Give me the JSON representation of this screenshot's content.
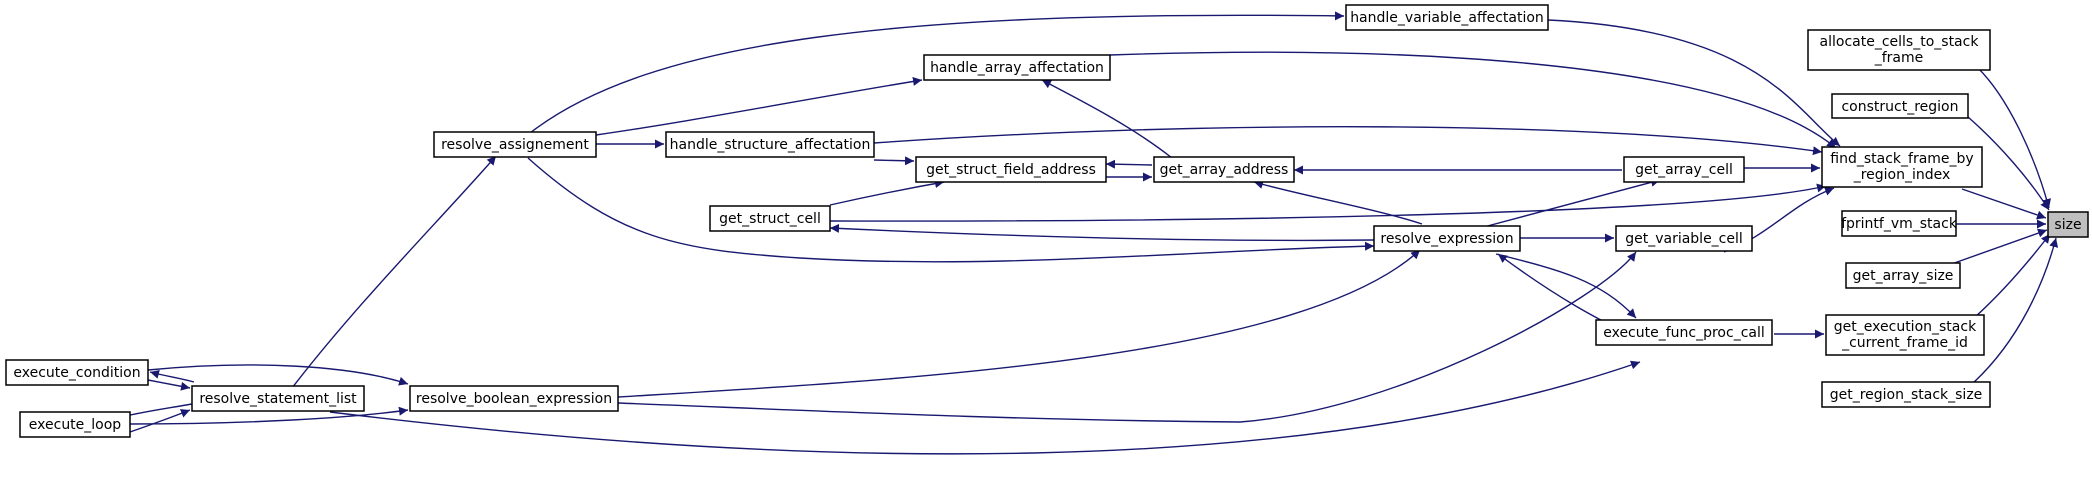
{
  "graph": {
    "focus_function": "size",
    "edge_color": "#191970",
    "node_fill": "#ffffff",
    "focus_fill": "#bfbfbf",
    "nodes": {
      "size": "size",
      "allocate_cells": [
        "allocate_cells_to_stack",
        "_frame"
      ],
      "construct_region": "construct_region",
      "find_stack_frame": [
        "find_stack_frame_by",
        "_region_index"
      ],
      "fprintf_vm_stack": "fprintf_vm_stack",
      "get_array_size": "get_array_size",
      "get_execution_stack": [
        "get_execution_stack",
        "_current_frame_id"
      ],
      "get_region_stack_size": "get_region_stack_size",
      "handle_variable_affectation": "handle_variable_affectation",
      "handle_array_affectation": "handle_array_affectation",
      "resolve_assignement": "resolve_assignement",
      "handle_structure_affectation": "handle_structure_affectation",
      "get_struct_field_address": "get_struct_field_address",
      "get_array_address": "get_array_address",
      "get_array_cell": "get_array_cell",
      "get_struct_cell": "get_struct_cell",
      "resolve_expression": "resolve_expression",
      "get_variable_cell": "get_variable_cell",
      "execute_func_proc_call": "execute_func_proc_call",
      "execute_condition": "execute_condition",
      "resolve_statement_list": "resolve_statement_list",
      "resolve_boolean_expression": "resolve_boolean_expression",
      "execute_loop": "execute_loop"
    }
  }
}
